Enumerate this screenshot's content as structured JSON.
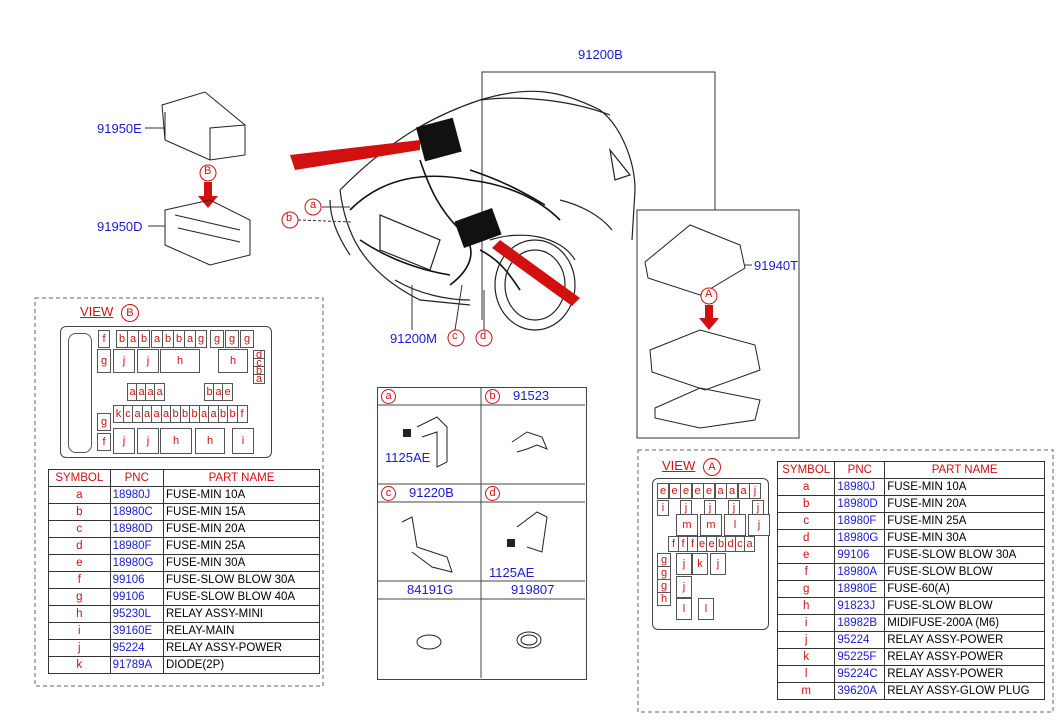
{
  "diagram": {
    "callouts": {
      "p91200B": "91200B",
      "p91950E": "91950E",
      "p91950D": "91950D",
      "p91940T": "91940T",
      "p91200M": "91200M",
      "markerB": "B",
      "markerA": "A",
      "markers": [
        "a",
        "b",
        "c",
        "d"
      ]
    },
    "view_b": {
      "title": "VIEW",
      "letter": "B",
      "fuse_top": [
        "f",
        "b",
        "a",
        "b",
        "a",
        "b",
        "b",
        "a",
        "g",
        "g",
        "g",
        "g"
      ],
      "fuse_mid": [
        "a",
        "a",
        "a",
        "a",
        "b",
        "a",
        "e"
      ],
      "fuse_row2": [
        "k",
        "c",
        "a",
        "a",
        "a",
        "a",
        "b",
        "b",
        "b",
        "a",
        "a",
        "b",
        "b",
        "f"
      ],
      "stack": [
        "d",
        "c",
        "b",
        "a"
      ],
      "relays_row1": [
        "g",
        "j",
        "j",
        "h",
        "h"
      ],
      "relays_row2": [
        "g",
        "f",
        "j",
        "j",
        "h",
        "h",
        "i"
      ],
      "table": {
        "headers": [
          "SYMBOL",
          "PNC",
          "PART NAME"
        ],
        "rows": [
          [
            "a",
            "18980J",
            "FUSE-MIN 10A"
          ],
          [
            "b",
            "18980C",
            "FUSE-MIN 15A"
          ],
          [
            "c",
            "18980D",
            "FUSE-MIN 20A"
          ],
          [
            "d",
            "18980F",
            "FUSE-MIN 25A"
          ],
          [
            "e",
            "18980G",
            "FUSE-MIN 30A"
          ],
          [
            "f",
            "99106",
            "FUSE-SLOW BLOW 30A"
          ],
          [
            "g",
            "99106",
            "FUSE-SLOW BLOW 40A"
          ],
          [
            "h",
            "95230L",
            "RELAY ASSY-MINI"
          ],
          [
            "i",
            "39160E",
            "RELAY-MAIN"
          ],
          [
            "j",
            "95224",
            "RELAY ASSY-POWER"
          ],
          [
            "k",
            "91789A",
            "DIODE(2P)"
          ]
        ]
      }
    },
    "view_a": {
      "title": "VIEW",
      "letter": "A",
      "fuse_top": [
        "e",
        "e",
        "e",
        "e",
        "e",
        "a",
        "a",
        "a",
        "j"
      ],
      "fuse_row2": [
        "i",
        "j",
        "j",
        "j",
        "j"
      ],
      "fuse_row3": [
        "m",
        "m",
        "l",
        "j"
      ],
      "fuse_row4": [
        "f",
        "f",
        "f",
        "e",
        "e",
        "b",
        "d",
        "c",
        "a"
      ],
      "left_col": [
        "g",
        "g",
        "g",
        "h"
      ],
      "relays": [
        "j",
        "k",
        "j"
      ],
      "relays2": [
        "j",
        "l",
        "l"
      ],
      "table": {
        "headers": [
          "SYMBOL",
          "PNC",
          "PART NAME"
        ],
        "rows": [
          [
            "a",
            "18980J",
            "FUSE-MIN 10A"
          ],
          [
            "b",
            "18980D",
            "FUSE-MIN 20A"
          ],
          [
            "c",
            "18980F",
            "FUSE-MIN 25A"
          ],
          [
            "d",
            "18980G",
            "FUSE-MIN 30A"
          ],
          [
            "e",
            "99106",
            "FUSE-SLOW BLOW 30A"
          ],
          [
            "f",
            "18980A",
            "FUSE-SLOW BLOW"
          ],
          [
            "g",
            "18980E",
            "FUSE-60(A)"
          ],
          [
            "h",
            "91823J",
            "FUSE-SLOW BLOW"
          ],
          [
            "i",
            "18982B",
            "MIDIFUSE-200A (M6)"
          ],
          [
            "j",
            "95224",
            "RELAY ASSY-POWER"
          ],
          [
            "k",
            "95225F",
            "RELAY ASSY-POWER"
          ],
          [
            "l",
            "95224C",
            "RELAY ASSY-POWER"
          ],
          [
            "m",
            "39620A",
            "RELAY ASSY-GLOW PLUG"
          ]
        ]
      }
    },
    "parts_grid": {
      "cells": [
        {
          "sym": "a",
          "pnc": "",
          "sub": "1125AE"
        },
        {
          "sym": "b",
          "pnc": "91523",
          "sub": ""
        },
        {
          "sym": "c",
          "pnc": "91220B",
          "sub": ""
        },
        {
          "sym": "d",
          "pnc": "",
          "sub": "1125AE"
        },
        {
          "sym": "",
          "pnc": "84191G",
          "sub": ""
        },
        {
          "sym": "",
          "pnc": "919807",
          "sub": ""
        }
      ]
    }
  }
}
